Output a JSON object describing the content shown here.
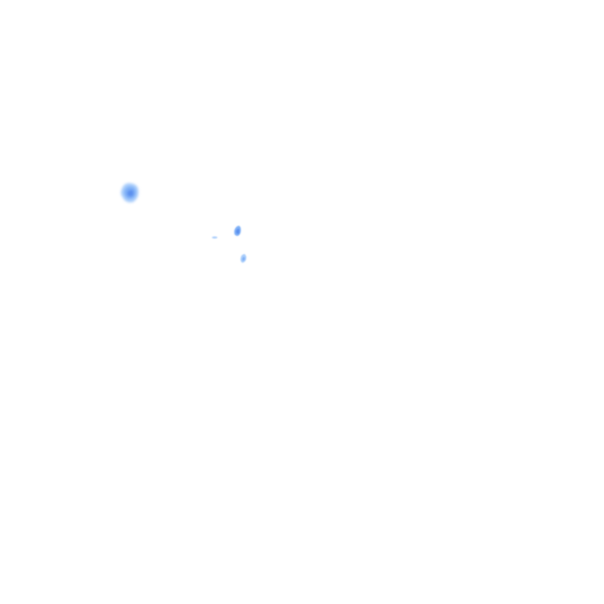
{
  "map": {
    "background_color": "#ffffff",
    "palette": {
      "light": "#a9cdfb",
      "medium": "#7fb0f7",
      "strong": "#5a8fee"
    },
    "blobs": [
      {
        "id": "blob-large",
        "intensity": "strong"
      },
      {
        "id": "blob-small-upper",
        "intensity": "strong"
      },
      {
        "id": "blob-small-lower",
        "intensity": "medium"
      },
      {
        "id": "blob-speck",
        "intensity": "light"
      }
    ]
  }
}
